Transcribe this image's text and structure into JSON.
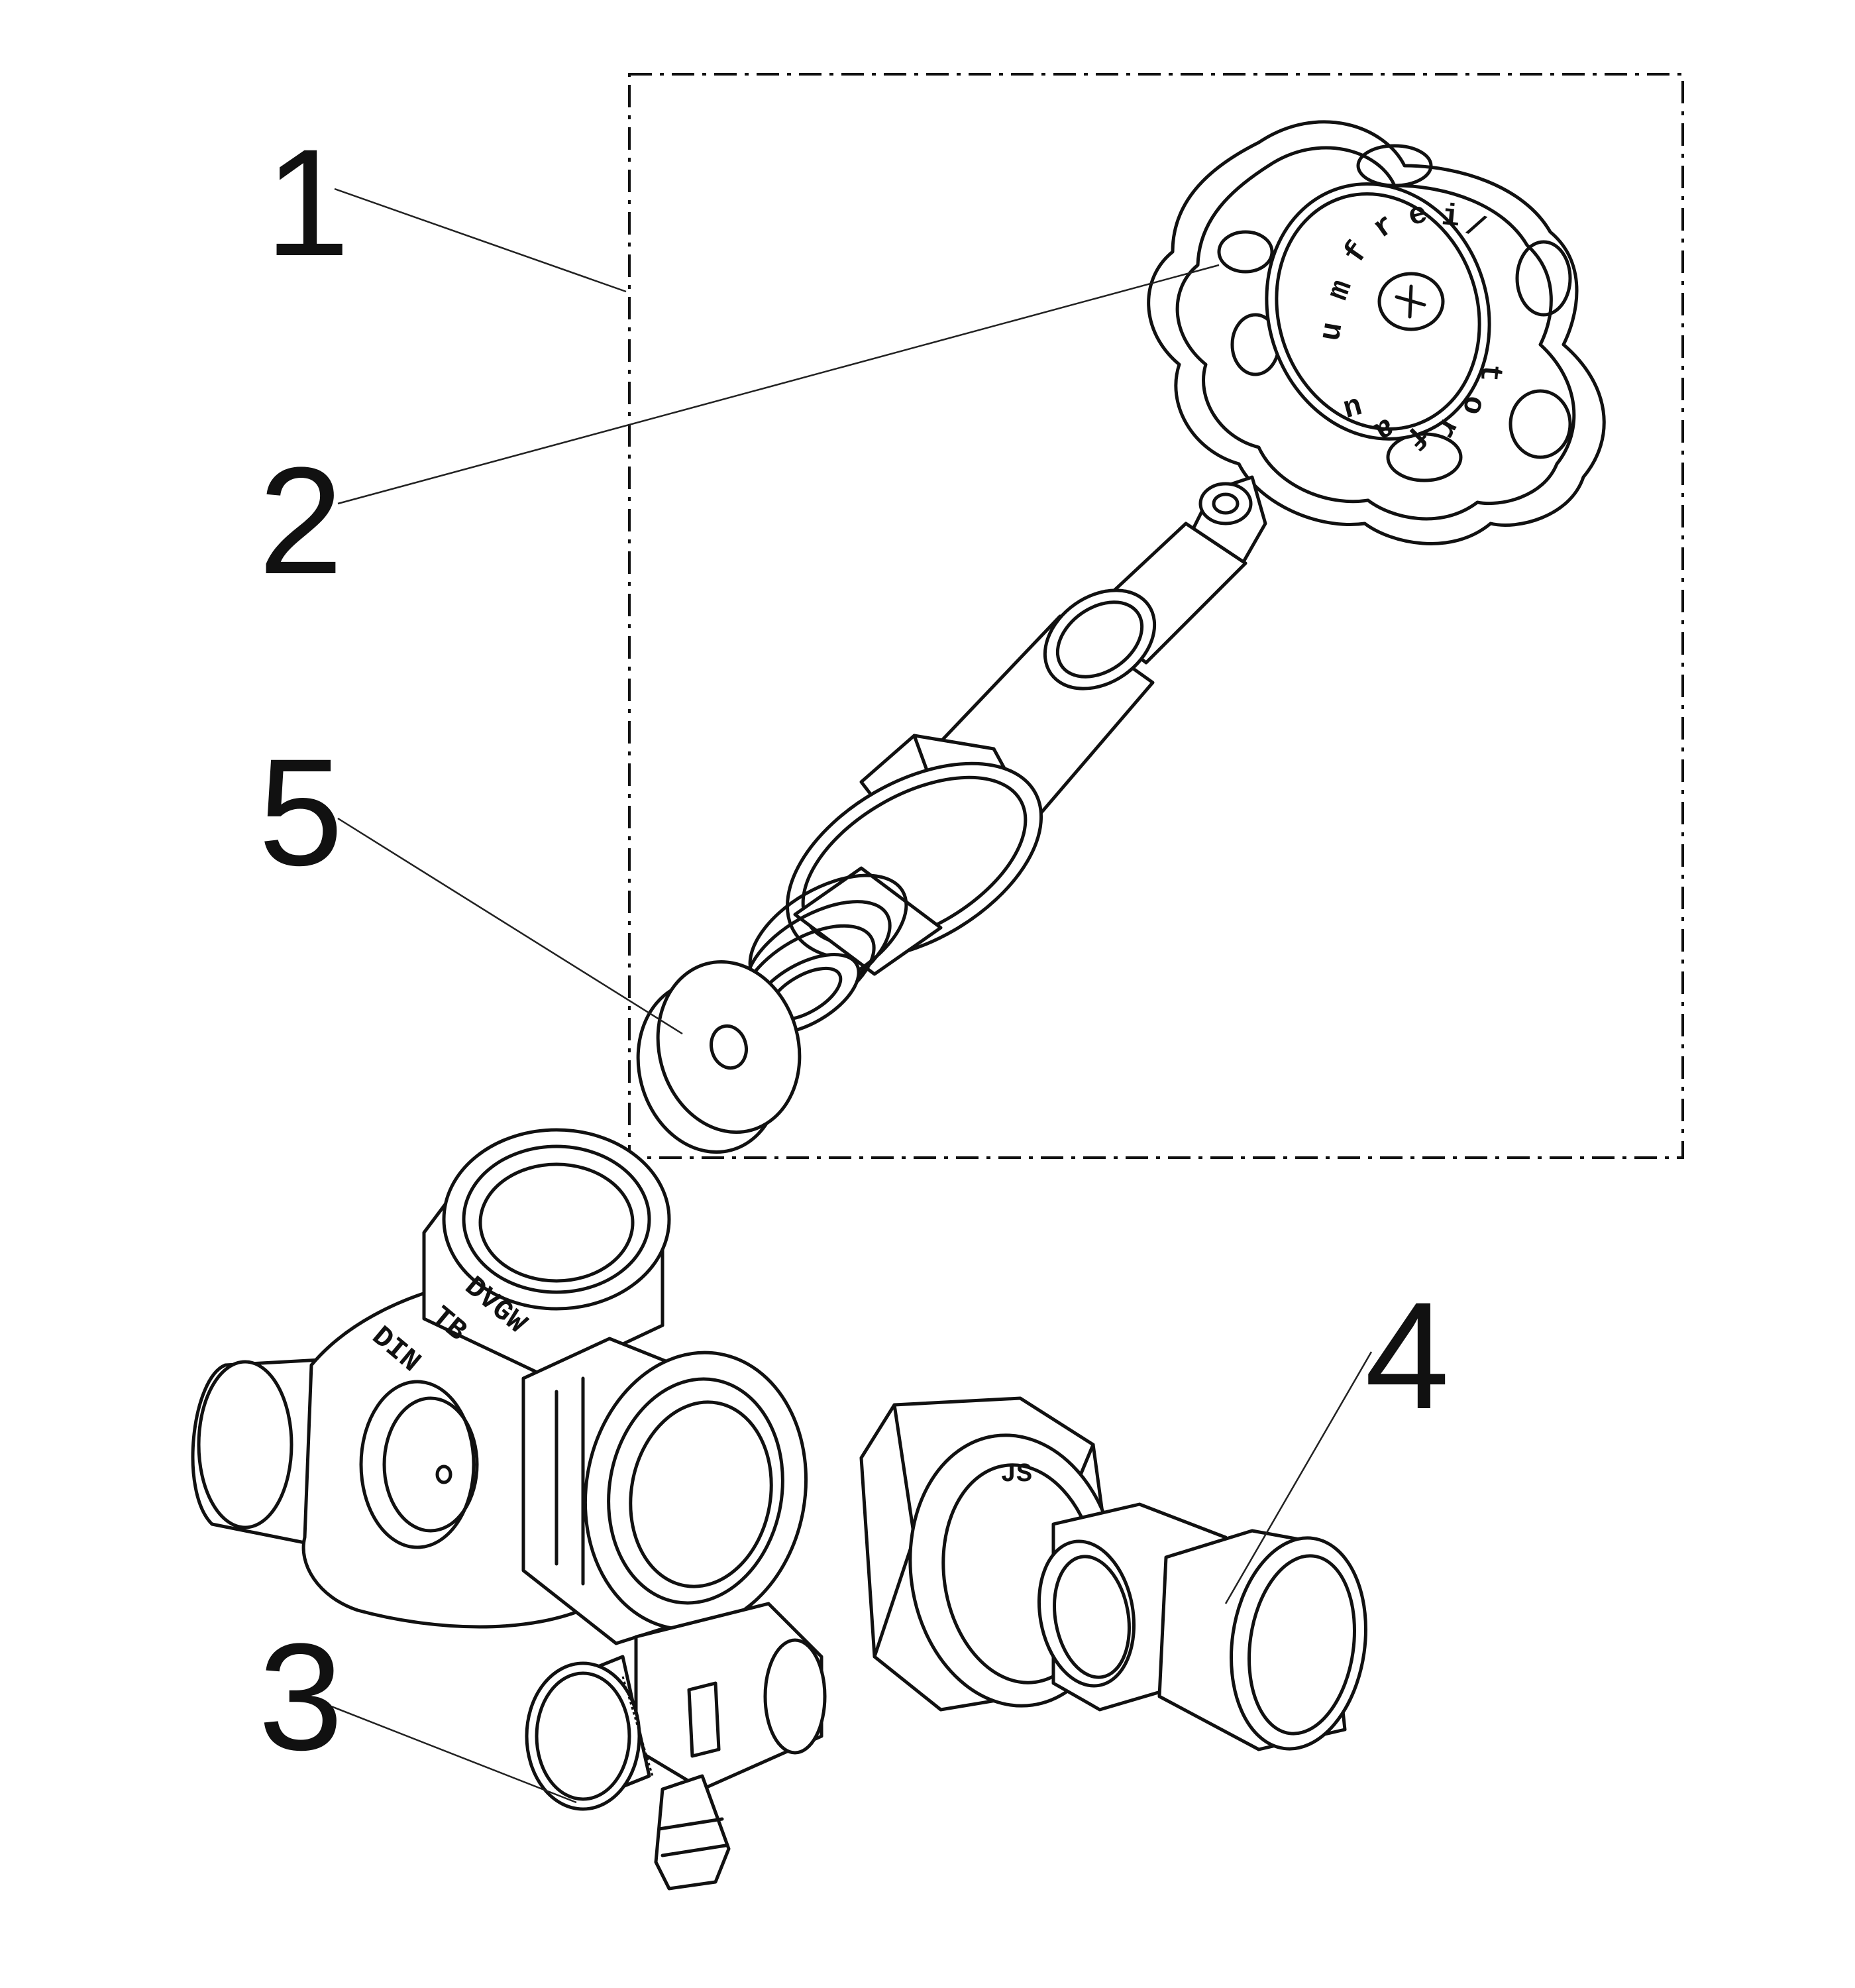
{
  "callouts": {
    "c1": "1",
    "c2": "2",
    "c3": "3",
    "c4": "4",
    "c5": "5"
  },
  "handwheel_text": {
    "letters": [
      "u",
      "m",
      "f",
      "r",
      "e",
      "i",
      "/",
      "t",
      "o",
      "r",
      "f",
      "a",
      "u"
    ]
  },
  "valve_body_markings": {
    "marking_1": "DVGW",
    "marking_2": "TB",
    "marking_3": "DIN"
  },
  "union_marking": "JS",
  "colors": {
    "line": "#111111",
    "background": "#ffffff"
  }
}
